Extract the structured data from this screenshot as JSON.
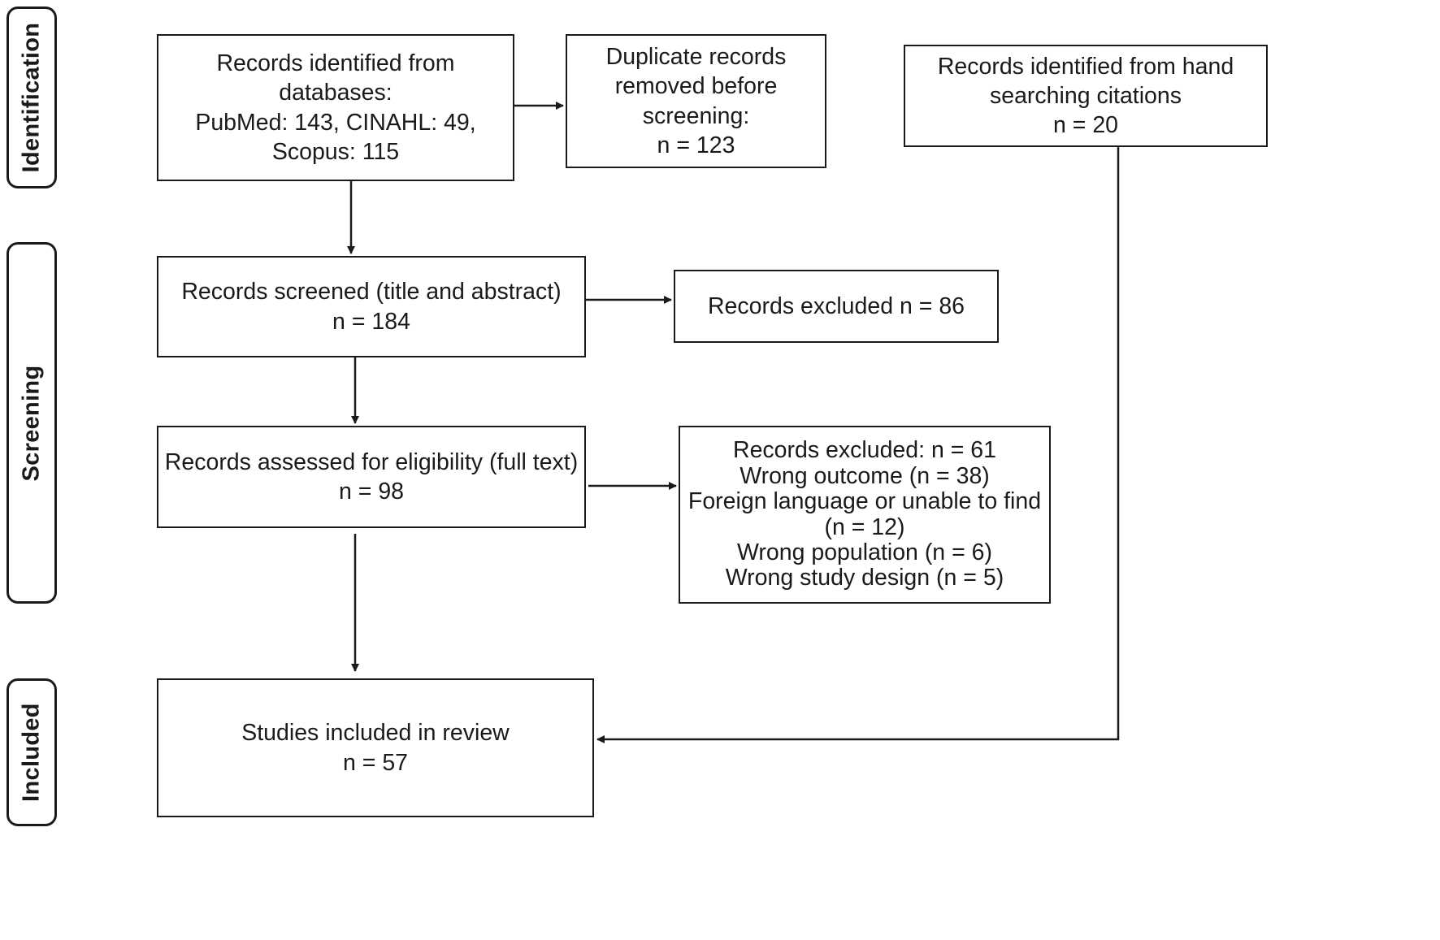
{
  "phases": {
    "identification": "Identification",
    "screening": "Screening",
    "included": "Included"
  },
  "boxes": {
    "records_identified": [
      "Records identified from",
      "databases:",
      "PubMed: 143, CINAHL: 49,",
      "Scopus: 115"
    ],
    "duplicates_removed": [
      "Duplicate records",
      "removed before",
      "screening:",
      "n = 123"
    ],
    "hand_search": [
      "Records identified from hand",
      "searching citations",
      "n = 20"
    ],
    "records_screened": [
      "Records screened (title and abstract)",
      "n = 184"
    ],
    "records_excluded": [
      "Records excluded n = 86"
    ],
    "full_text_assessed": [
      "Records assessed for eligibility (full text)",
      "n = 98"
    ],
    "full_text_excluded": [
      "Records excluded: n = 61",
      "Wrong outcome (n = 38)",
      "Foreign language or unable to find",
      "(n = 12)",
      "Wrong population (n = 6)",
      "Wrong study design (n = 5)"
    ],
    "studies_included": [
      "Studies included in review",
      "n = 57"
    ]
  },
  "colors": {
    "stroke": "#1a1a1a",
    "background": "#ffffff"
  }
}
